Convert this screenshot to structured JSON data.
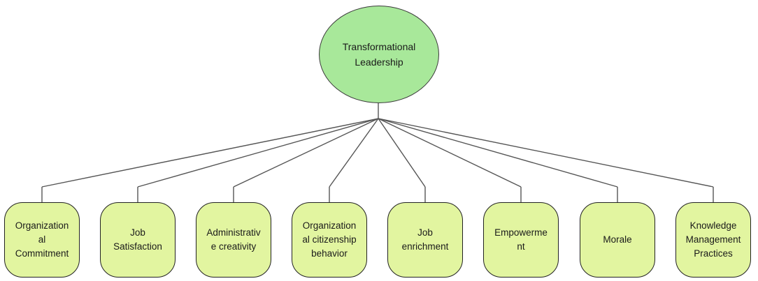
{
  "colors": {
    "root_fill": "#a8e89a",
    "child_fill": "#e2f5a0",
    "connector": "#555555",
    "border": "#222222"
  },
  "root": {
    "label": "Transformational\nLeadership"
  },
  "children": [
    {
      "label": "Organization\nal\nCommitment"
    },
    {
      "label": "Job\nSatisfaction"
    },
    {
      "label": "Administrativ\ne creativity"
    },
    {
      "label": "Organization\nal citizenship\nbehavior"
    },
    {
      "label": "Job\nenrichment"
    },
    {
      "label": "Empowerme\nnt"
    },
    {
      "label": "Morale"
    },
    {
      "label": "Knowledge\nManagement\nPractices"
    }
  ]
}
